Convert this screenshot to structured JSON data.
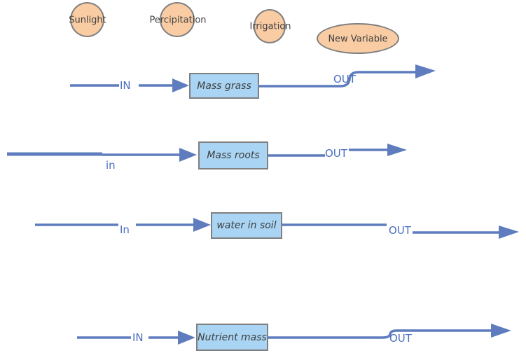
{
  "colors": {
    "node_fill": "#F9CCA4",
    "node_border": "#7F7F7F",
    "stock_fill": "#A9D4F3",
    "stock_border": "#7F7F7F",
    "flow": "#5F7DBE",
    "flow_label": "#4B6EC1",
    "label_text": "#3F3F3F"
  },
  "variables": [
    {
      "label": "Sunlight",
      "shape": "circle"
    },
    {
      "label": "Percipitation",
      "shape": "circle"
    },
    {
      "label": "Irrigation",
      "shape": "circle"
    },
    {
      "label": "New Variable",
      "shape": "ellipse"
    }
  ],
  "flows": [
    {
      "stock": "Mass grass",
      "in_label": "IN",
      "out_label": "OUT"
    },
    {
      "stock": "Mass roots",
      "in_label": "in",
      "out_label": "OUT"
    },
    {
      "stock": "water in soil",
      "in_label": "In",
      "out_label": "OUT"
    },
    {
      "stock": "Nutrient mass",
      "in_label": "IN",
      "out_label": "OUT"
    }
  ]
}
